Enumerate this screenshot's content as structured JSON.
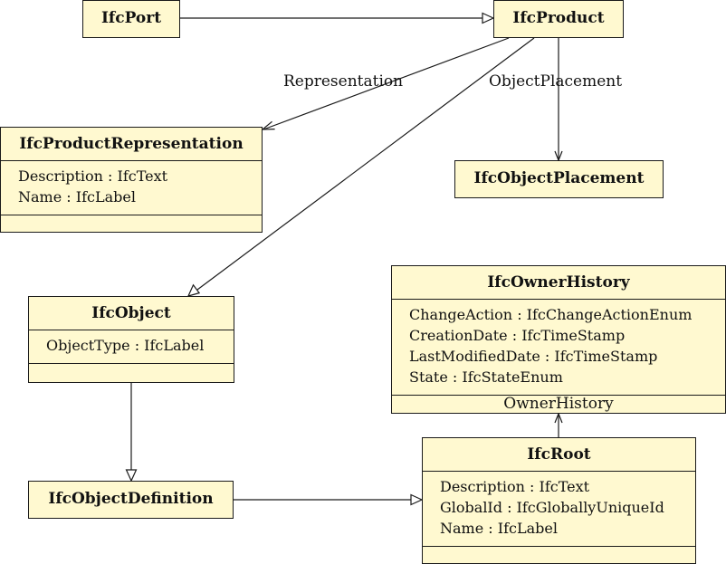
{
  "classes": {
    "port": {
      "name": "IfcPort"
    },
    "product": {
      "name": "IfcProduct"
    },
    "product_representation": {
      "name": "IfcProductRepresentation",
      "attributes": [
        "Description : IfcText",
        "Name : IfcLabel"
      ]
    },
    "object_placement": {
      "name": "IfcObjectPlacement"
    },
    "object": {
      "name": "IfcObject",
      "attributes": [
        "ObjectType : IfcLabel"
      ]
    },
    "owner_history": {
      "name": "IfcOwnerHistory",
      "attributes": [
        "ChangeAction : IfcChangeActionEnum",
        "CreationDate : IfcTimeStamp",
        "LastModifiedDate : IfcTimeStamp",
        "State : IfcStateEnum"
      ],
      "footer_label": "OwnerHistory"
    },
    "object_definition": {
      "name": "IfcObjectDefinition"
    },
    "root": {
      "name": "IfcRoot",
      "attributes": [
        "Description : IfcText",
        "GlobalId : IfcGloballyUniqueId",
        "Name : IfcLabel"
      ]
    }
  },
  "relations": {
    "representation_label": "Representation",
    "object_placement_label": "ObjectPlacement"
  }
}
